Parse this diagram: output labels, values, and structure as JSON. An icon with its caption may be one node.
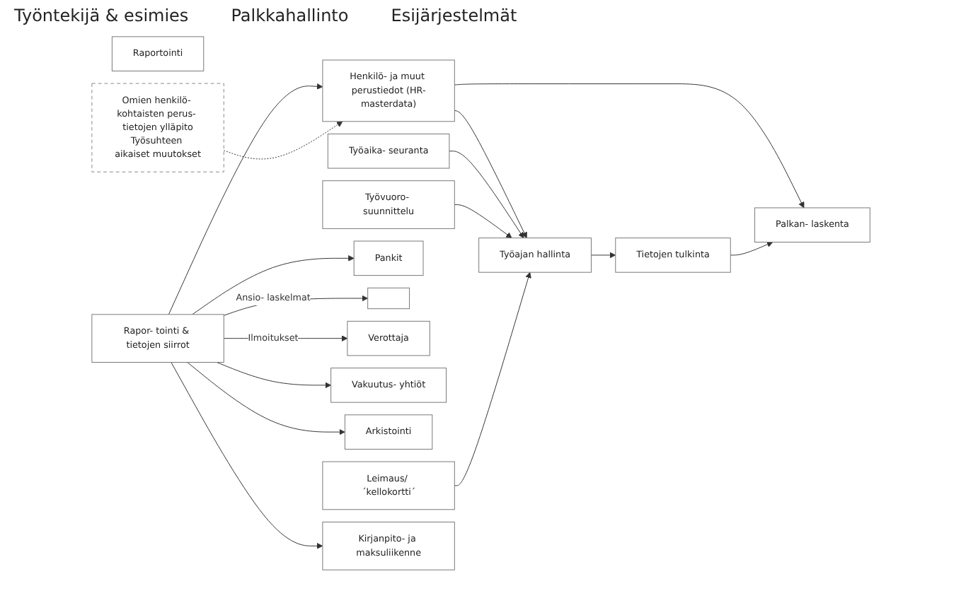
{
  "diagram": {
    "nodes": [
      {
        "text": [
          "Omien henkilö- kohtaisten perus- tietojen ylläpito",
          "Työsuhteen aikaiset muutokset"
        ]
      },
      {
        "text": [
          "Leimaus/ ´kellokortti´"
        ]
      },
      {
        "text": [
          "Työvuoro- suunnittelu"
        ]
      },
      {
        "text": [
          "Työaika- seuranta"
        ]
      },
      {
        "text": [
          "Työajan hallinta"
        ]
      },
      {
        "text": [
          "Tietojen tulkinta"
        ]
      },
      {
        "text": [
          "Palkan- laskenta"
        ]
      },
      {
        "text": [
          "Rapor- tointi & tietojen siirrot"
        ]
      },
      {
        "text": [
          "Pankit"
        ]
      },
      {
        "text": [],
        "shape": "box"
      },
      {
        "text": [
          "Verottaja"
        ]
      },
      {
        "text": [
          "Vakuutus- yhtiöt"
        ]
      },
      {
        "text": [
          "Arkistointi"
        ]
      },
      {
        "text": [
          "Henkilö- ja muut perustiedot (HR-masterdata)"
        ]
      },
      {
        "text": [
          "Kirjanpito- ja maksuliikenne"
        ]
      },
      {
        "text": [
          "Raportointi"
        ]
      }
    ],
    "edges": [
      {
        "from": 0,
        "to": 13,
        "arrow": "to",
        "style": "dashed"
      },
      {
        "from": 1,
        "to": 4,
        "arrow": "to"
      },
      {
        "from": 2,
        "to": 4,
        "arrow": "to"
      },
      {
        "from": 3,
        "to": 4,
        "arrow": "to"
      },
      {
        "from": 13,
        "to": 4,
        "arrow": "to"
      },
      {
        "from": 4,
        "to": 5,
        "arrow": "to"
      },
      {
        "from": 5,
        "to": 6,
        "arrow": "to"
      },
      {
        "from": 13,
        "to": 6,
        "arrow": "to"
      },
      {
        "from": 7,
        "to": 13,
        "arrow": "to"
      },
      {
        "from": 7,
        "to": 14,
        "arrow": "to"
      },
      {
        "from": 7,
        "to": 8,
        "arrow": "to"
      },
      {
        "from": 7,
        "to": 9,
        "arrow": "to",
        "label": "Ansio- laskelmat"
      },
      {
        "from": 7,
        "to": 10,
        "arrow": "to",
        "label": "Ilmoitukset"
      },
      {
        "from": 7,
        "to": 11,
        "arrow": "to"
      },
      {
        "from": 7,
        "to": 12,
        "arrow": "to"
      }
    ],
    "labels": [
      "Työntekijä & esimies",
      "Palkkahallinto",
      "Esijärjestelmät"
    ]
  }
}
